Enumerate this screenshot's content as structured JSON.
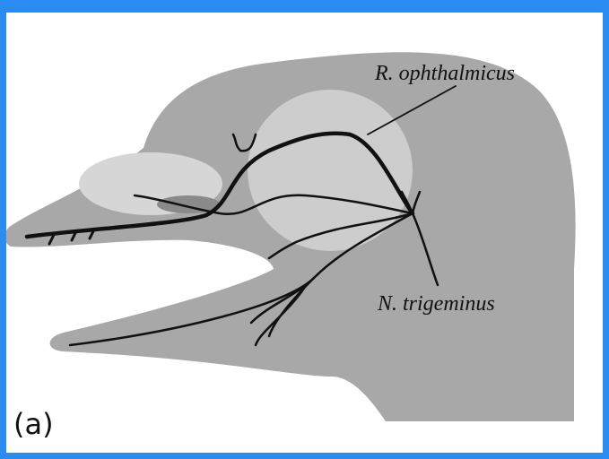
{
  "figure": {
    "panel_label": "(a)",
    "labels": {
      "ophthalmic": "R. ophthalmicus",
      "trigeminal": "N. trigeminus"
    }
  },
  "colors": {
    "frame": "#2a8cf0",
    "head": "#a8a8a8",
    "eye": "#cdcdcd",
    "nerve": "#111111"
  }
}
